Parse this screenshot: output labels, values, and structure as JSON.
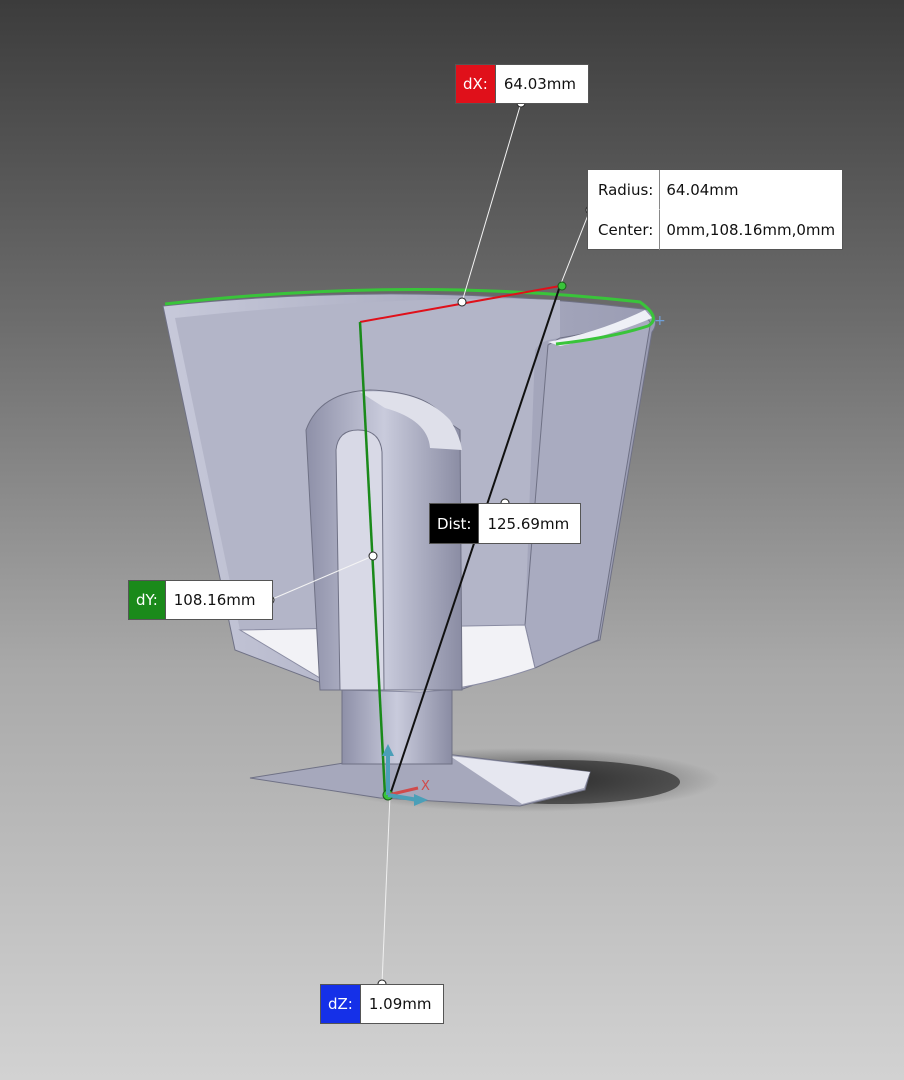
{
  "measure": {
    "dx": {
      "label": "dX:",
      "value": "64.03mm",
      "color": "#e0101a"
    },
    "dy": {
      "label": "dY:",
      "value": "108.16mm",
      "color": "#1a8a1a"
    },
    "dz": {
      "label": "dZ:",
      "value": "1.09mm",
      "color": "#1530e8"
    },
    "dist": {
      "label": "Dist:",
      "value": "125.69mm",
      "color": "#000000"
    },
    "arc": {
      "radius_label": "Radius:",
      "radius_value": "64.04mm",
      "center_label": "Center:",
      "center_value": "0mm,108.16mm,0mm"
    }
  },
  "triad": {
    "x_label": "X"
  },
  "colors": {
    "part_face": "#b8bacd",
    "edge_highlight": "#39c43a",
    "dx_line": "#e0101a"
  }
}
